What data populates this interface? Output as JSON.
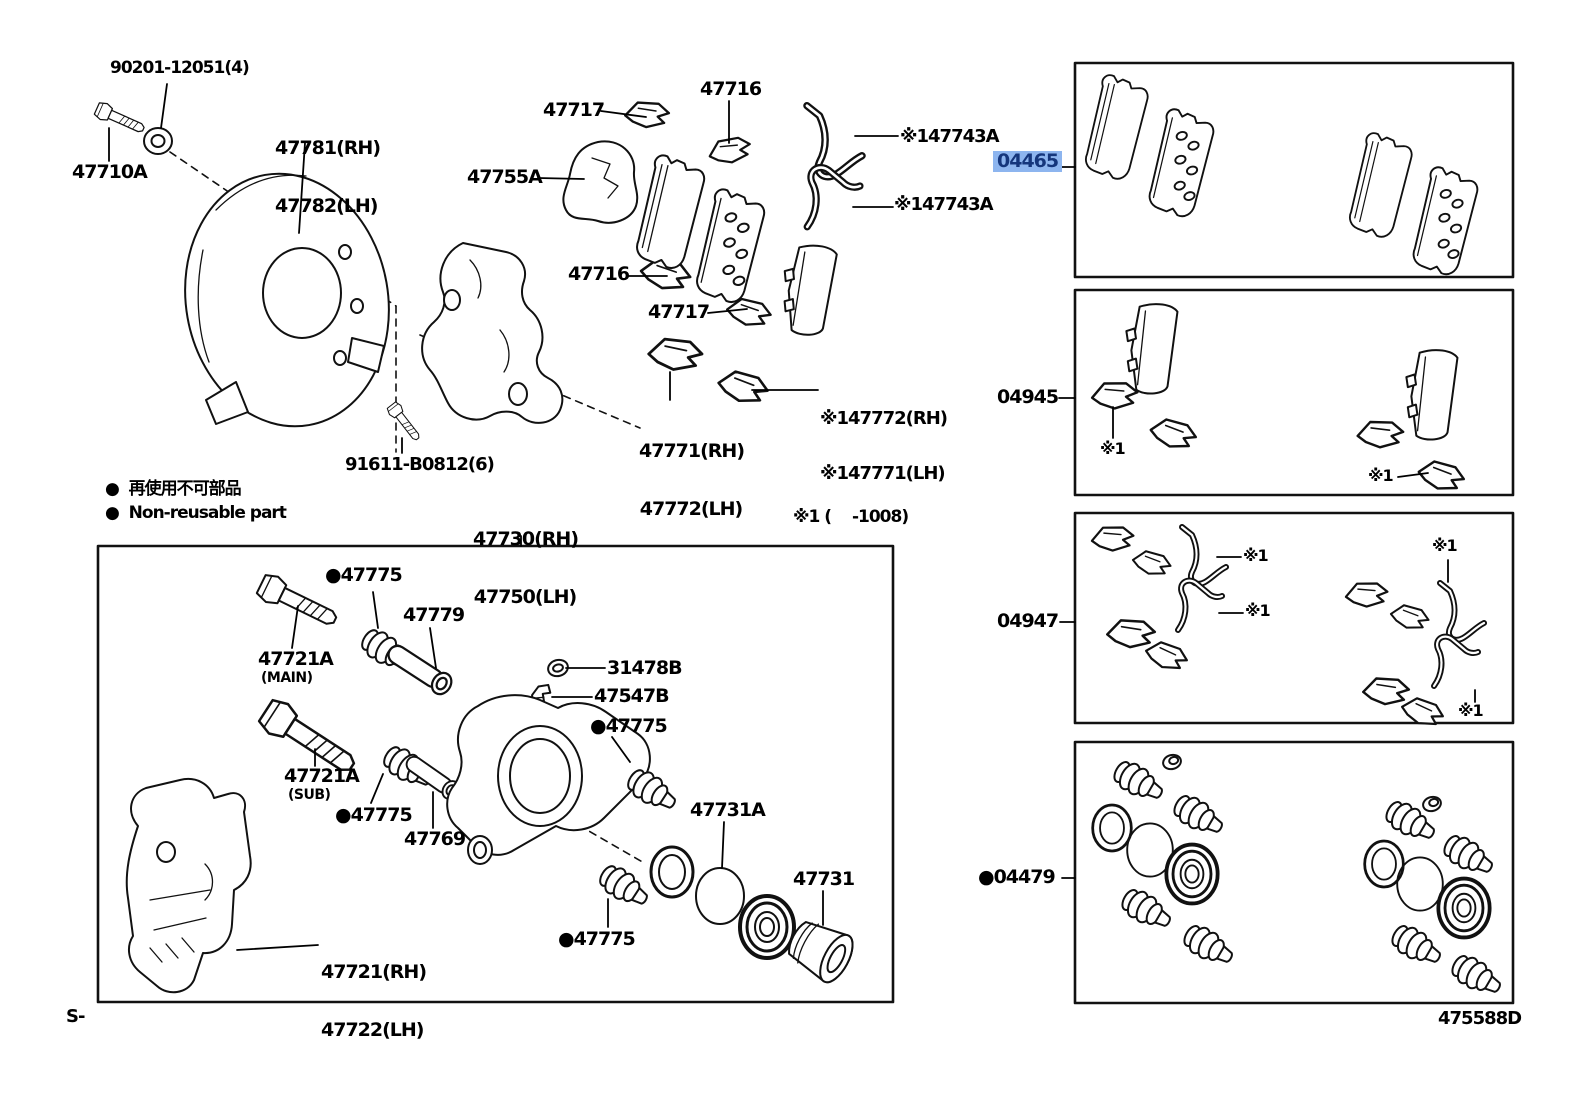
{
  "colors": {
    "highlight_bg": "#8db5ef",
    "highlight_text": "#15367c",
    "line_art": "#111111",
    "background": "#ffffff"
  },
  "legend": {
    "jp_line": "●  再使用不可部品",
    "en_line": "●  Non-reusable part"
  },
  "note_1008": "※1 (　 -1008)",
  "footer": {
    "left": "S-",
    "right": "475588D"
  },
  "labels": {
    "p90201": "90201-12051(4)",
    "p47710A": "47710A",
    "p47781": "47781(RH)",
    "p47782": "47782(LH)",
    "p47717_top": "47717",
    "p47716_top": "47716",
    "p47755A": "47755A",
    "p47716_mid": "47716",
    "p47717_mid": "47717",
    "p47743A_top": "※147743A",
    "p47743A_bot": "※147743A",
    "p04465": "04465",
    "p47771rh": "47771(RH)",
    "p47772lh": "47772(LH)",
    "p47772rh_star": "※147772(RH)",
    "p47771lh_star": "※147771(LH)",
    "p91611": "91611-B0812(6)",
    "p47730rh": "47730(RH)",
    "p47750lh": "47750(LH)",
    "p47775_1": "●47775",
    "p47779": "47779",
    "p47721A_main": "47721A",
    "p47721A_main_note": "(MAIN)",
    "p31478B": "31478B",
    "p47547B": "47547B",
    "p47775_2": "●47775",
    "p47721A_sub": "47721A",
    "p47721A_sub_note": "(SUB)",
    "p47775_3": "●47775",
    "p47769": "47769",
    "p47731A": "47731A",
    "p47731": "47731",
    "p47721rh": "47721(RH)",
    "p47722lh": "47722(LH)",
    "p47775_4": "●47775",
    "p04945": "04945",
    "p04947": "04947",
    "p04479": "●04479",
    "star1": "※1"
  }
}
